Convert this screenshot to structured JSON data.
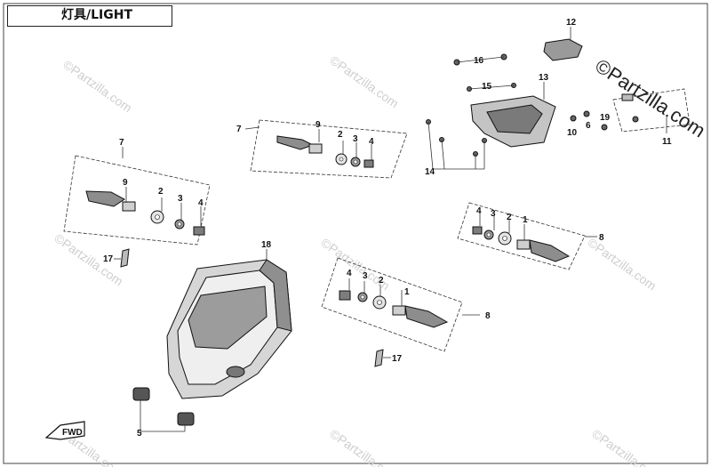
{
  "title": "灯具/LIGHT",
  "watermark": "©Partzilla.com",
  "callouts": [
    "1",
    "2",
    "3",
    "4",
    "5",
    "6",
    "7",
    "8",
    "9",
    "10",
    "11",
    "12",
    "13",
    "14",
    "15",
    "16",
    "17",
    "18",
    "19"
  ],
  "front_label": "FWD",
  "colors": {
    "ink": "#111111",
    "part_fill": "#9a9a9a",
    "watermark": "#cfcfcf"
  }
}
